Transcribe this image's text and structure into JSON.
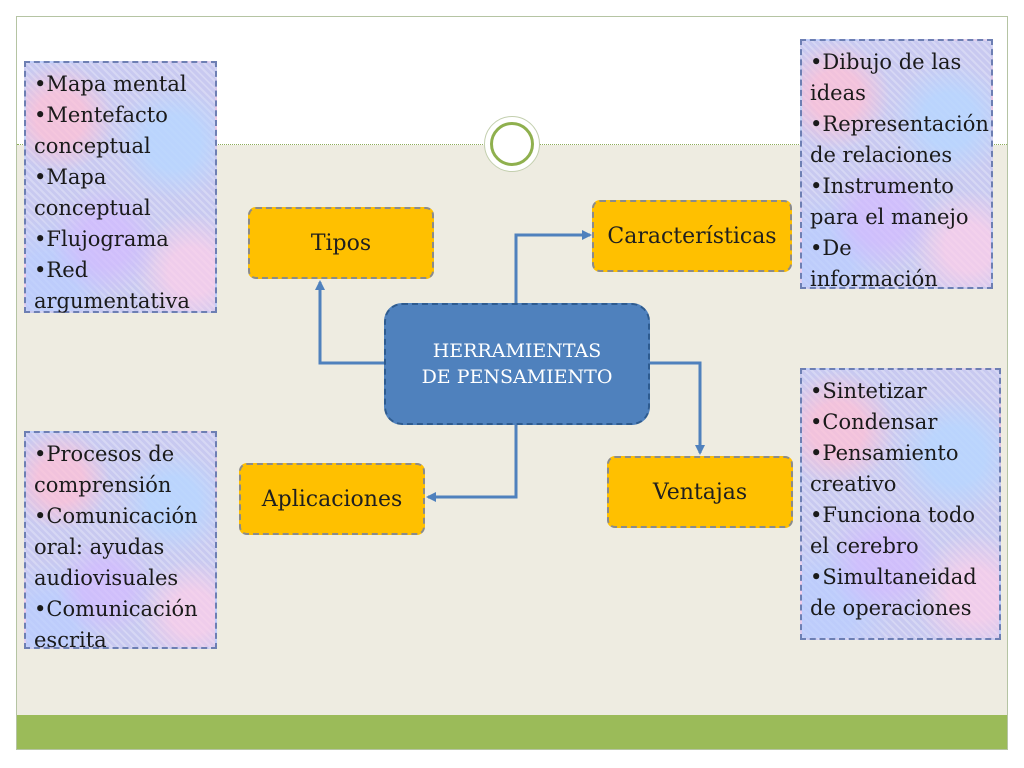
{
  "center": {
    "line1": "HERRAMIENTAS",
    "line2": "DE PENSAMIENTO"
  },
  "categories": {
    "tipos": "Tipos",
    "caracteristicas": "Características",
    "aplicaciones": "Aplicaciones",
    "ventajas": "Ventajas"
  },
  "tipos_list": [
    "Mapa mental",
    "Mentefacto conceptual",
    "Mapa conceptual",
    "Flujograma",
    "Red argumentativa"
  ],
  "caracteristicas_list": [
    "Dibujo de las ideas",
    "Representación de relaciones",
    "Instrumento para el manejo",
    "De información"
  ],
  "aplicaciones_list": [
    "Procesos de comprensión",
    "Comunicación oral: ayudas audiovisuales",
    "Comunicación escrita"
  ],
  "ventajas_list": [
    "Sintetizar",
    "Condensar",
    "Pensamiento creativo",
    "Funciona todo el cerebro",
    "Simultaneidad de operaciones"
  ],
  "colors": {
    "center_fill": "#4f81bd",
    "category_fill": "#ffc000",
    "connector": "#4f81bd",
    "footer": "#9bbb59"
  }
}
